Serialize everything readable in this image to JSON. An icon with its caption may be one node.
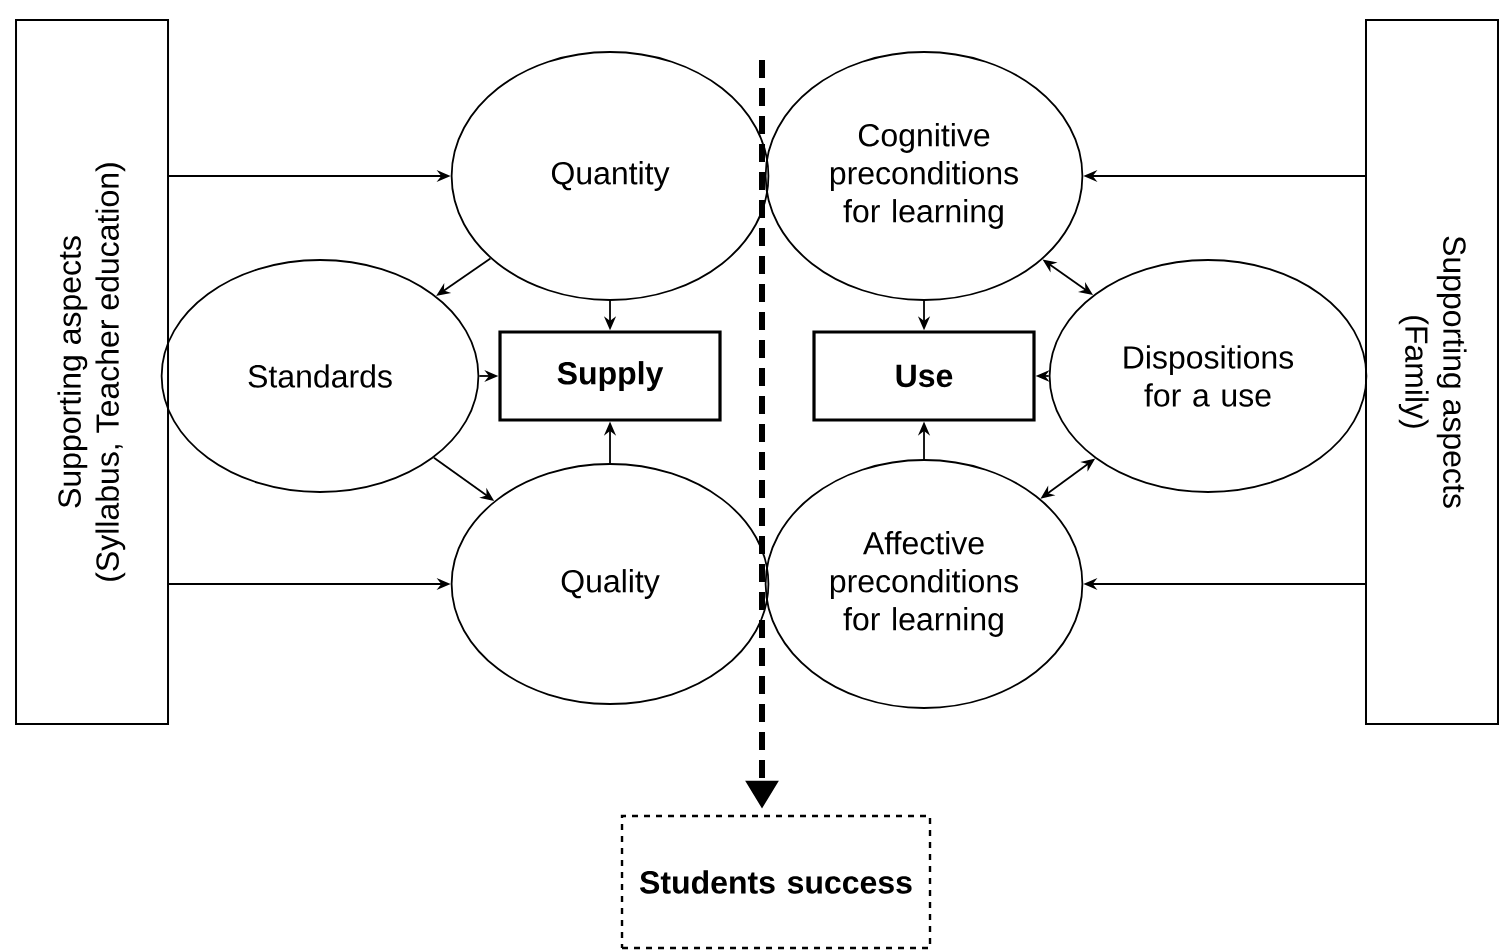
{
  "diagram": {
    "nodes": [
      {
        "text": [
          "Supporting aspects",
          "(Syllabus, Teacher education)"
        ]
      },
      {
        "text": [
          "Quantity"
        ]
      },
      {
        "text": [
          "Standards"
        ]
      },
      {
        "text": [
          "Supply"
        ]
      },
      {
        "text": [
          "Quality"
        ]
      },
      {
        "text": [
          "Cognitive preconditions for learning"
        ]
      },
      {
        "text": [
          "Use"
        ]
      },
      {
        "text": [
          "Dispositions for a use"
        ]
      },
      {
        "text": [
          "Affective preconditions for learning"
        ]
      },
      {
        "text": [
          "Supporting aspects",
          "(Family)"
        ]
      },
      {
        "text": [
          "Students success"
        ]
      }
    ],
    "edges": [
      {
        "from": 0,
        "to": 1,
        "arrow": "to"
      },
      {
        "from": 0,
        "to": 4,
        "arrow": "to"
      },
      {
        "from": 1,
        "to": 2,
        "arrow": "to"
      },
      {
        "from": 1,
        "to": 3,
        "arrow": "to"
      },
      {
        "from": 2,
        "to": 3,
        "arrow": "to"
      },
      {
        "from": 2,
        "to": 4,
        "arrow": "to"
      },
      {
        "from": 4,
        "to": 3,
        "arrow": "to"
      },
      {
        "from": 9,
        "to": 5,
        "arrow": "to"
      },
      {
        "from": 9,
        "to": 8,
        "arrow": "to"
      },
      {
        "from": 5,
        "to": 6,
        "arrow": "to"
      },
      {
        "from": 5,
        "to": 7,
        "arrow": "both"
      },
      {
        "from": 7,
        "to": 6,
        "arrow": "to"
      },
      {
        "from": 8,
        "to": 6,
        "arrow": "to"
      },
      {
        "from": 8,
        "to": 7,
        "arrow": "both"
      },
      {
        "from": null,
        "to": 10,
        "arrow": "to",
        "style": "dashed"
      }
    ]
  }
}
